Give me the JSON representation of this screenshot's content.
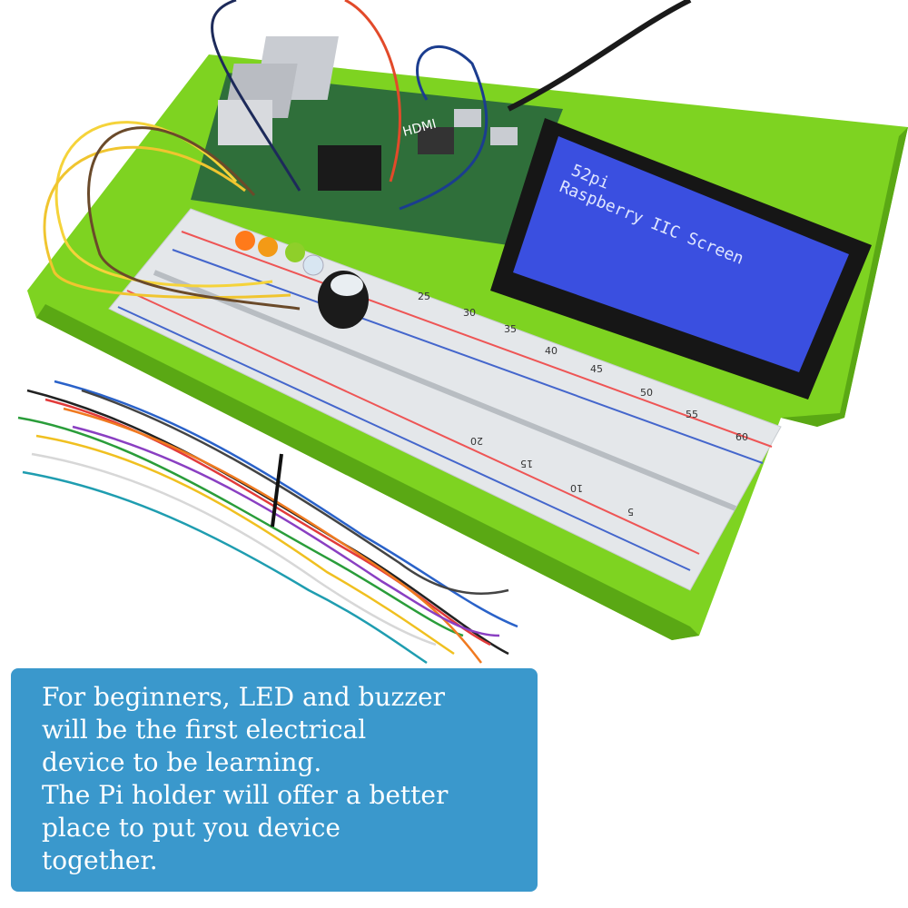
{
  "lcd": {
    "line1": "52pi",
    "line2": "Raspberry IIC Screen"
  },
  "pi_board": {
    "label": "HDMI"
  },
  "breadboard": {
    "row_numbers": [
      "25",
      "30",
      "35",
      "40",
      "45",
      "50",
      "55",
      "60"
    ],
    "lower_numbers": [
      "20",
      "15",
      "10",
      "5"
    ]
  },
  "caption": {
    "lines": [
      "For beginners, LED and buzzer",
      "will be the first electrical",
      "device to be learning.",
      "The Pi holder will offer a better",
      "place to put you device",
      "together."
    ]
  },
  "colors": {
    "holder_green": "#7ed321",
    "lcd_blue": "#3a4fe0",
    "caption_blue": "#3a98cc",
    "board_green": "#2f6f3a"
  }
}
